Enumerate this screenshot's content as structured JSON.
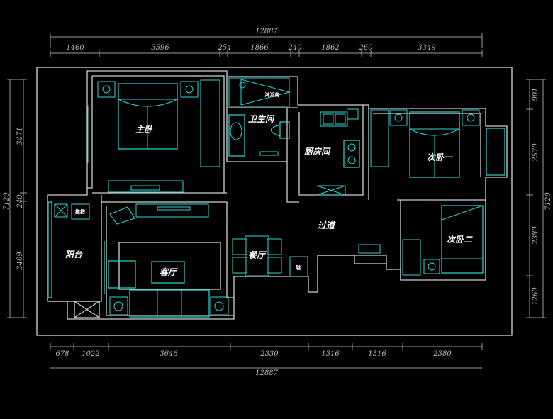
{
  "dimensions": {
    "top_total": "12887",
    "top": [
      "1460",
      "3596",
      "254",
      "1866",
      "240",
      "1862",
      "260",
      "3349"
    ],
    "bottom": [
      "678",
      "1022",
      "3646",
      "2330",
      "1316",
      "1516",
      "2380"
    ],
    "bottom_total": "12887",
    "left": [
      "3471",
      "240",
      "3409"
    ],
    "left_total": "7120",
    "right": [
      "901",
      "2570",
      "2380",
      "1269"
    ],
    "right_total": "7120"
  },
  "rooms": {
    "master_bedroom": "主卧",
    "bathroom": "卫生间",
    "shower": "淋浴房",
    "kitchen": "厨房间",
    "bedroom_one": "次卧一",
    "bedroom_two": "次卧二",
    "corridor": "过道",
    "dining": "餐厅",
    "living": "客厅",
    "balcony": "阳台",
    "mop_sink": "拖把",
    "shoe_cabinet": "鞋"
  },
  "colors": {
    "background": "#000000",
    "furniture": "#2fd6d0",
    "walls": "#d0d0d0"
  }
}
